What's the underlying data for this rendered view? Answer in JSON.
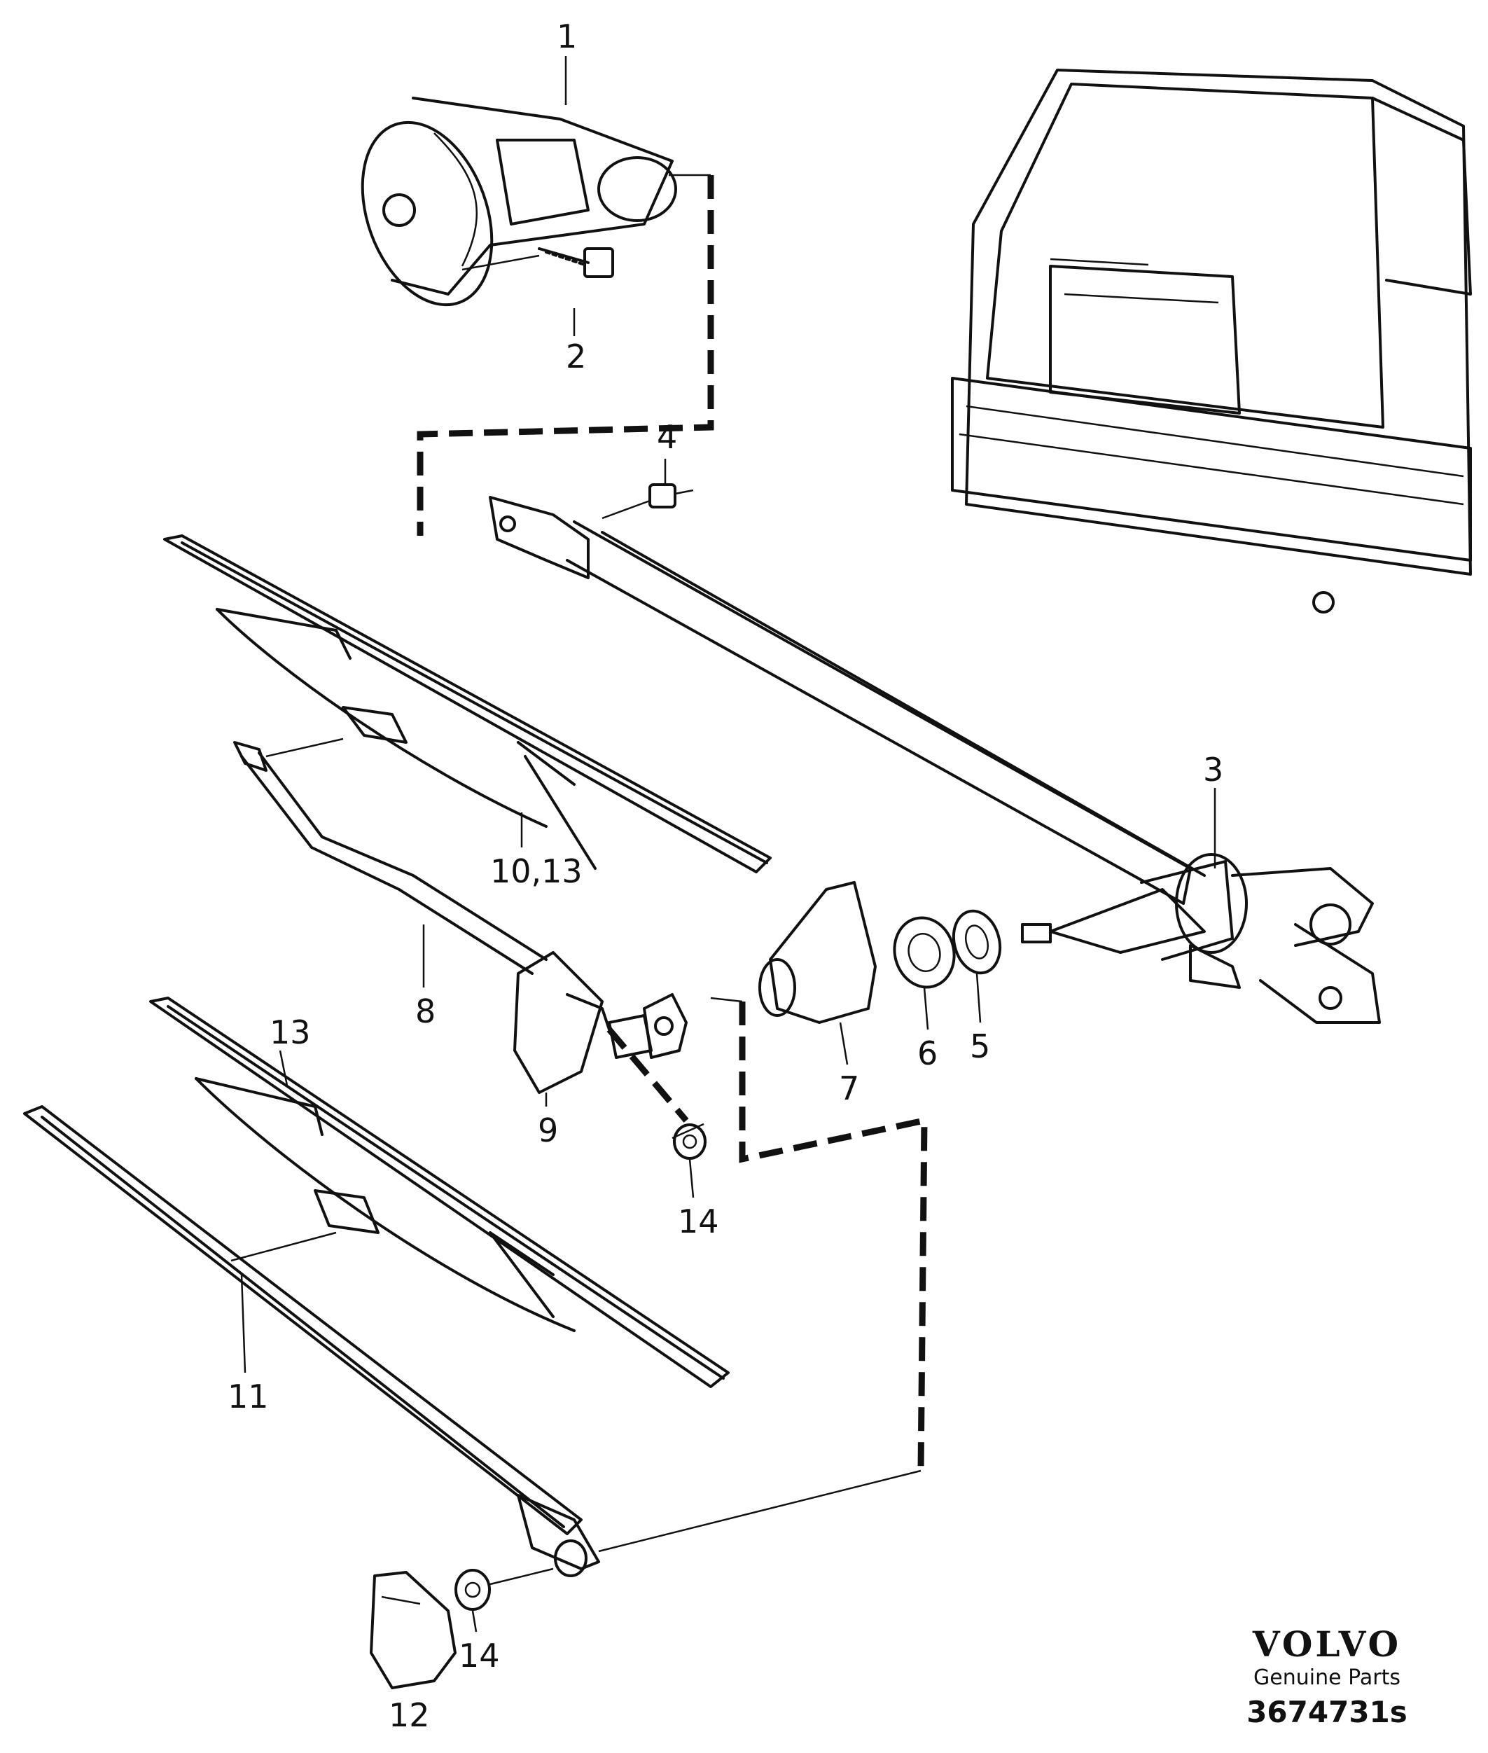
{
  "diagram": {
    "callouts": [
      {
        "id": "c1",
        "label": "1"
      },
      {
        "id": "c2",
        "label": "2"
      },
      {
        "id": "c3",
        "label": "3"
      },
      {
        "id": "c4",
        "label": "4"
      },
      {
        "id": "c5",
        "label": "5"
      },
      {
        "id": "c6",
        "label": "6"
      },
      {
        "id": "c7",
        "label": "7"
      },
      {
        "id": "c8",
        "label": "8"
      },
      {
        "id": "c9",
        "label": "9"
      },
      {
        "id": "c1013",
        "label": "10,13"
      },
      {
        "id": "c11",
        "label": "11"
      },
      {
        "id": "c12",
        "label": "12"
      },
      {
        "id": "c13",
        "label": "13"
      },
      {
        "id": "c14a",
        "label": "14"
      },
      {
        "id": "c14b",
        "label": "14"
      }
    ]
  },
  "branding": {
    "logo": "VOLVO",
    "tagline": "Genuine Parts",
    "reference": "3674731s"
  }
}
